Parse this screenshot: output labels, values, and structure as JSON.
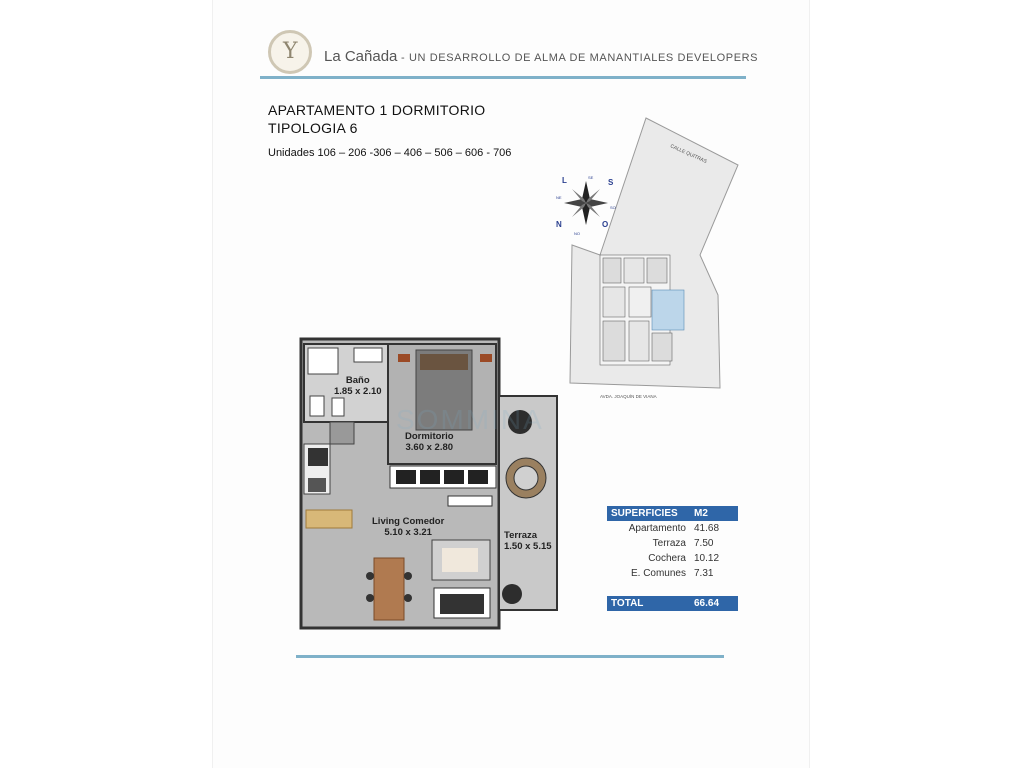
{
  "header": {
    "brand_name": "La Cañada",
    "brand_tagline": " - UN DESARROLLO DE ALMA DE MANANTIALES DEVELOPERS",
    "logo_icon": "leaf-logo-icon"
  },
  "title": {
    "line1": "APARTAMENTO 1 DORMITORIO",
    "line2": "TIPOLOGIA 6",
    "units": "Unidades  106 – 206 -306 – 406 – 506 – 606 - 706"
  },
  "site_plan": {
    "street_top": "CALLE QUITRAS",
    "street_bottom": "AVDA. JOAQUÍN DE VIANA",
    "compass_icon": "compass-rose-icon",
    "compass_letters": [
      "S",
      "O",
      "N",
      "L",
      "SE",
      "SO",
      "NO",
      "NE"
    ]
  },
  "floor_plan": {
    "rooms": [
      {
        "name": "Baño",
        "dims": "1.85 x 2.10"
      },
      {
        "name": "Dormitorio",
        "dims": "3.60 x 2.80"
      },
      {
        "name": "Living Comedor",
        "dims": "5.10 x 3.21"
      },
      {
        "name": "Terraza",
        "dims": "1.50 x 5.15"
      }
    ]
  },
  "superficies": {
    "header_label": "SUPERFICIES",
    "header_unit": "M2",
    "rows": [
      {
        "label": "Apartamento",
        "value": "41.68"
      },
      {
        "label": "Terraza",
        "value": "7.50"
      },
      {
        "label": "Cochera",
        "value": "10.12"
      },
      {
        "label": "E. Comunes",
        "value": "7.31"
      }
    ],
    "total_label": "TOTAL",
    "total_value": "66.64"
  },
  "colors": {
    "accent_rule": "#7fb1c9",
    "table_header": "#2f66a8"
  }
}
